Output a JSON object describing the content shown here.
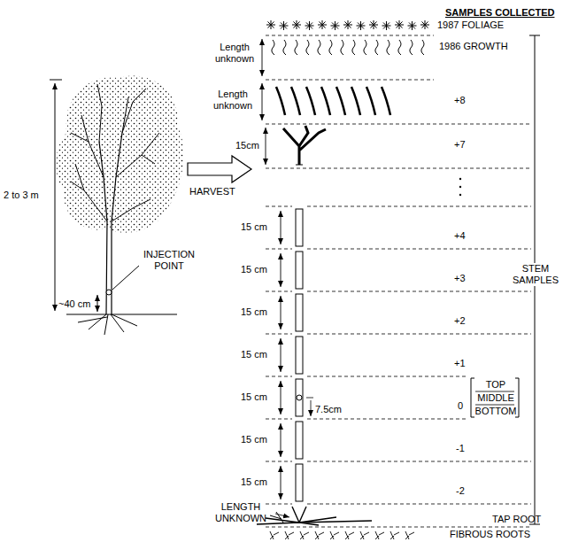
{
  "diagram": {
    "labels": [
      "SAMPLES COLLECTED",
      "1987 FOLIAGE",
      "1986 GROWTH",
      "Length unknown",
      "Length unknown",
      "+8",
      "15cm",
      "+7",
      "15 cm",
      "+4",
      "15 cm",
      "+3",
      "15 cm",
      "+2",
      "15 cm",
      "+1",
      "15 cm",
      "0",
      "TOP",
      "MIDDLE",
      "BOTTOM",
      "7.5cm",
      "15 cm",
      "-1",
      "15 cm",
      "-2",
      "STEM SAMPLES",
      "2 to 3 m",
      "INJECTION POINT",
      "~40 cm",
      "HARVEST",
      "LENGTH UNKNOWN",
      "TAP ROOT",
      "FIBROUS ROOTS"
    ]
  }
}
